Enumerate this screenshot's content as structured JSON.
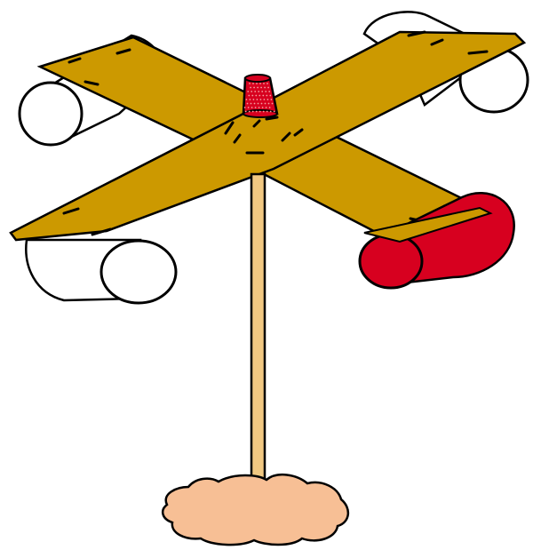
{
  "colors": {
    "arm": "#cc9900",
    "post": "#f1c882",
    "base": "#f7bf95",
    "cup_red": "#d7001f",
    "cup_spot": "#f4a0a0",
    "cup_white": "#ffffff",
    "outline": "#000000",
    "background": "#ffffff"
  },
  "parts": [
    {
      "key": "base",
      "icon": "sand-mound-icon"
    },
    {
      "key": "post",
      "icon": "wooden-dowel-icon"
    },
    {
      "key": "crossbar",
      "icon": "wooden-crossbar-icon"
    },
    {
      "key": "pivot",
      "icon": "thimble-icon"
    },
    {
      "key": "cups",
      "count": 4,
      "marked_cups": 1
    }
  ]
}
